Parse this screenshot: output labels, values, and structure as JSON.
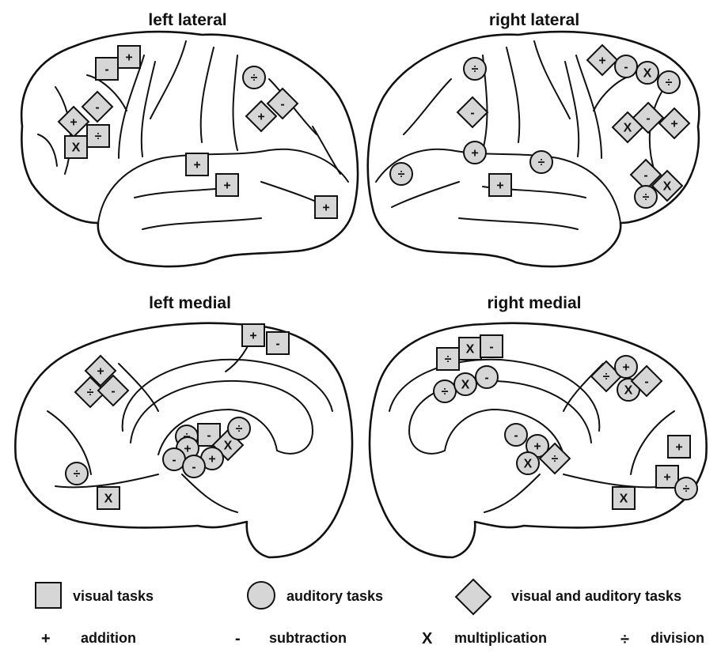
{
  "panels": {
    "left_lateral": {
      "title": "left lateral",
      "markers": [
        {
          "shape": "square",
          "symbol": "-"
        },
        {
          "shape": "square",
          "symbol": "+"
        },
        {
          "shape": "diamond",
          "symbol": "+"
        },
        {
          "shape": "diamond",
          "symbol": "-"
        },
        {
          "shape": "square",
          "symbol": "÷"
        },
        {
          "shape": "square",
          "symbol": "X"
        },
        {
          "shape": "circle",
          "symbol": "÷"
        },
        {
          "shape": "diamond",
          "symbol": "+"
        },
        {
          "shape": "diamond",
          "symbol": "-"
        },
        {
          "shape": "square",
          "symbol": "+"
        },
        {
          "shape": "square",
          "symbol": "+"
        },
        {
          "shape": "square",
          "symbol": "+"
        }
      ]
    },
    "right_lateral": {
      "title": "right lateral",
      "markers": [
        {
          "shape": "circle",
          "symbol": "÷"
        },
        {
          "shape": "diamond",
          "symbol": "+"
        },
        {
          "shape": "circle",
          "symbol": "-"
        },
        {
          "shape": "circle",
          "symbol": "X"
        },
        {
          "shape": "circle",
          "symbol": "÷"
        },
        {
          "shape": "diamond",
          "symbol": "-"
        },
        {
          "shape": "diamond",
          "symbol": "X"
        },
        {
          "shape": "diamond",
          "symbol": "-"
        },
        {
          "shape": "diamond",
          "symbol": "+"
        },
        {
          "shape": "circle",
          "symbol": "+"
        },
        {
          "shape": "circle",
          "symbol": "÷"
        },
        {
          "shape": "circle",
          "symbol": "÷"
        },
        {
          "shape": "square",
          "symbol": "+"
        },
        {
          "shape": "diamond",
          "symbol": "-"
        },
        {
          "shape": "diamond",
          "symbol": "X"
        },
        {
          "shape": "circle",
          "symbol": "÷"
        }
      ]
    },
    "left_medial": {
      "title": "left medial",
      "markers": [
        {
          "shape": "square",
          "symbol": "+"
        },
        {
          "shape": "square",
          "symbol": "-"
        },
        {
          "shape": "diamond",
          "symbol": "+"
        },
        {
          "shape": "diamond",
          "symbol": "÷"
        },
        {
          "shape": "diamond",
          "symbol": "-"
        },
        {
          "shape": "circle",
          "symbol": "÷"
        },
        {
          "shape": "square",
          "symbol": "-"
        },
        {
          "shape": "diamond",
          "symbol": "X"
        },
        {
          "shape": "circle",
          "symbol": "+"
        },
        {
          "shape": "circle",
          "symbol": "-"
        },
        {
          "shape": "circle",
          "symbol": "+"
        },
        {
          "shape": "circle",
          "symbol": "-"
        },
        {
          "shape": "circle",
          "symbol": "÷"
        },
        {
          "shape": "circle",
          "symbol": "÷"
        },
        {
          "shape": "square",
          "symbol": "X"
        }
      ]
    },
    "right_medial": {
      "title": "right medial",
      "markers": [
        {
          "shape": "square",
          "symbol": "÷"
        },
        {
          "shape": "square",
          "symbol": "X"
        },
        {
          "shape": "square",
          "symbol": "-"
        },
        {
          "shape": "circle",
          "symbol": "÷"
        },
        {
          "shape": "circle",
          "symbol": "X"
        },
        {
          "shape": "circle",
          "symbol": "-"
        },
        {
          "shape": "diamond",
          "symbol": "÷"
        },
        {
          "shape": "circle",
          "symbol": "+"
        },
        {
          "shape": "circle",
          "symbol": "X"
        },
        {
          "shape": "diamond",
          "symbol": "-"
        },
        {
          "shape": "circle",
          "symbol": "-"
        },
        {
          "shape": "circle",
          "symbol": "+"
        },
        {
          "shape": "circle",
          "symbol": "X"
        },
        {
          "shape": "diamond",
          "symbol": "÷"
        },
        {
          "shape": "square",
          "symbol": "+"
        },
        {
          "shape": "square",
          "symbol": "+"
        },
        {
          "shape": "circle",
          "symbol": "÷"
        },
        {
          "shape": "square",
          "symbol": "X"
        }
      ]
    }
  },
  "legend": {
    "shapes": [
      {
        "shape": "square",
        "label": "visual tasks"
      },
      {
        "shape": "circle",
        "label": "auditory tasks"
      },
      {
        "shape": "diamond",
        "label": "visual and auditory tasks"
      }
    ],
    "operations": [
      {
        "symbol": "+",
        "label": "addition"
      },
      {
        "symbol": "-",
        "label": "subtraction"
      },
      {
        "symbol": "X",
        "label": "multiplication"
      },
      {
        "symbol": "÷",
        "label": "division"
      }
    ]
  },
  "colors": {
    "marker_fill": "#d6d6d6",
    "outline": "#111111",
    "background": "#ffffff"
  }
}
